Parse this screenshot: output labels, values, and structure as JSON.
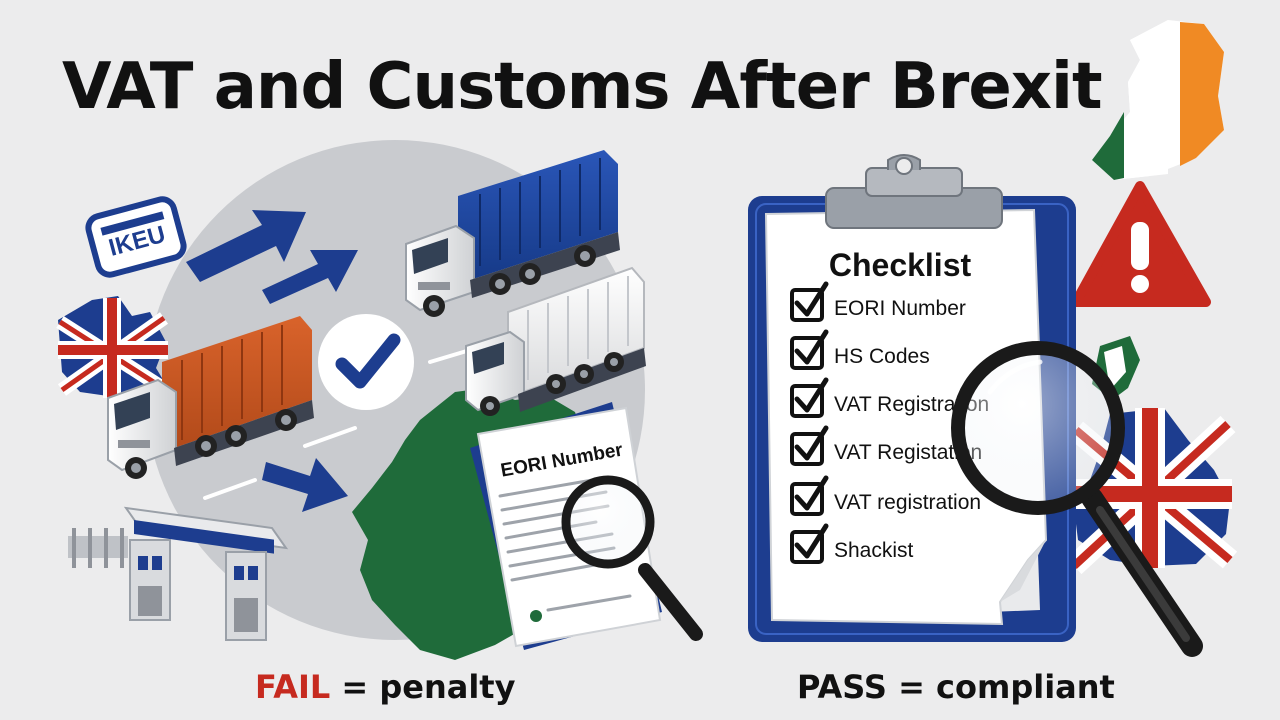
{
  "title": "VAT and Customs After Brexit",
  "badge": {
    "text": "IKEU"
  },
  "document": {
    "heading": "EORI Number"
  },
  "checklist": {
    "heading": "Checklist",
    "items": [
      "EORI Number",
      "HS Codes",
      "VAT Registration",
      "VAT Registation",
      "VAT registration",
      "Shackist"
    ]
  },
  "captions": {
    "fail_word": "FAIL",
    "fail_rest": " = penalty",
    "pass": "PASS = compliant"
  },
  "icons": [
    "union-jack-flag-icon",
    "ireland-flag-icon",
    "warning-triangle-icon",
    "magnifier-icon",
    "check-icon",
    "arrow-icon",
    "truck-icon",
    "customs-gate-icon"
  ],
  "colors": {
    "navy": "#1d3d8f",
    "green": "#1f6b3a",
    "red": "#c62a1f",
    "orange": "#c8501e",
    "irish_orange": "#f08a24",
    "background": "#ececed"
  }
}
